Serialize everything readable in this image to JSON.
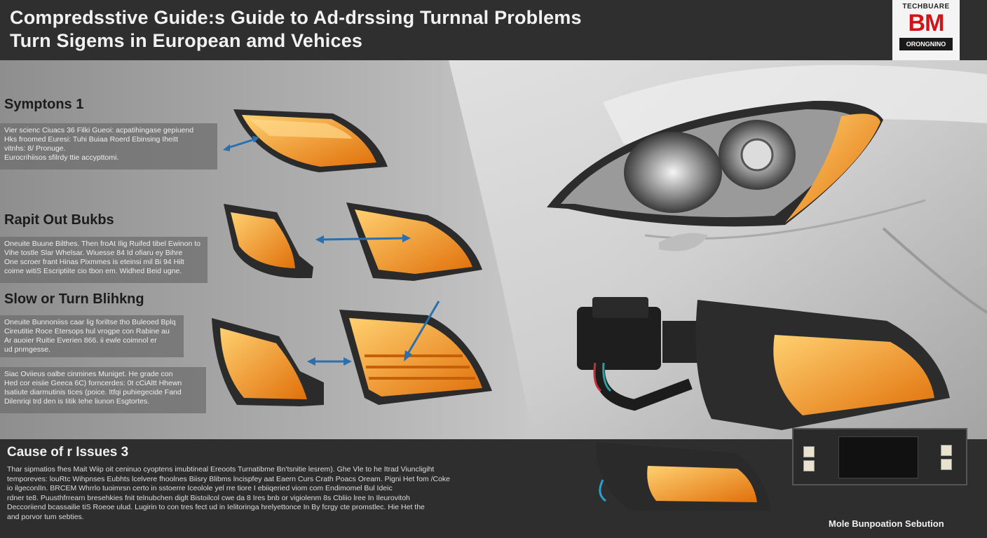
{
  "header": {
    "title_line1": "Compredsstive Guide:s Guide to Ad-drssing Turnnal Problems",
    "title_line2": "Turn Sigems in European amd Vehices"
  },
  "logo": {
    "top_text": "TECHBUARE",
    "main_text": "BM",
    "bar_text": "ORONGNINO"
  },
  "sections": [
    {
      "title": "Symptons 1",
      "text": [
        "Vier scienc Ciuacs 36 Filki Gueoi: acpatihingase gepiuend",
        "Hks froomed Euresi: Tuhi Buiaa  Roerd Ebinsing Iheitt",
        "vitnhs: 8/ Pronuge.",
        "Eurocrihiisos sfilrdy ttie accypttomi."
      ]
    },
    {
      "title": "Rapit Out Bukbs",
      "text": [
        "Oneuite Buune Bilthes. Then froAt Ilig Ruifed tibel Ewinon to",
        "Vihe tostle Slar Whelsar. Wiuesse 84 Id ofiaru ey Bihre",
        "One scroer frant Hinas Pixmmes is eteinsi mil Bi 94 Hilt",
        "coime witiS Escriptiite cio tbon em. Widhed Beid ugne."
      ]
    },
    {
      "title": "Slow or Turn Blihkng",
      "text_a": [
        "Oneuite Bunnoniiss caar lig foriltse tho Buleoed Bplq",
        "Cireutitie Roce Etersops hul vrogpe con Rabine au",
        "Ar auoier Ruitie Everien 866. ii ewle coimnol er",
        "ud pnmgesse."
      ],
      "text_b": [
        "Siac Oviieus oalbe cinmines Muniget. He grade con",
        "Hed cor eisiie Geeca 6C) forncerdes: 0t cCiAltt Hhewn",
        "Isatiute diarmutinis tices (poice. Itfqi puhiegecide Fand",
        "Dilenriqi trd den is Iitik Iehe liunon Esgtortes."
      ]
    }
  ],
  "bottom": {
    "title": "Cause of r Issues 3",
    "text": [
      "Thar sipmatios fhes Mait Wiip oit ceninuo cyoptens imubtineal Ereoots Turnatibme Bn'tsnitie lesrem). Ghe Vle to he Itrad Viuncligiht",
      "temporeves: louRtc Wihpnses Eubhts lcelvere fhoolnes Biisry Blibms lncispfey aat Eaern Curs Crath Poacs Oream. Pigni Het fom /Coke",
      "io ilgeconlIn. BRCEM Whrrlo tuoimrsn certo in sstoerre Iceolole yel rre tiore I ebiiqeried viom com Endimomel Bul Ideic",
      "rdner te8. Puusthfrrearn bresehkies fnit telnubchen diglt Bistoilcol cwe da 8 Ires bnb or vigiolenm 8s Cbliio lree In Ileurovitoh",
      "Deccoriiend bcassailie tiS Roeoe ulud. Lugirin to con tres fect ud in Ielitoringa hrelyettonce In By fcrgy cte promstlec. Hie Het the",
      "and porvor tum sebties."
    ],
    "caption": "Mole Bunpoation Sebution"
  },
  "colors": {
    "header_bg": "#2f2f2f",
    "amber": "#f28a0c",
    "amber_light": "#ffc24a",
    "arrow_blue": "#2a6fb0",
    "logo_red": "#d0141a"
  },
  "icons": [
    "double-arrow-icon",
    "pointer-arrow-icon"
  ]
}
